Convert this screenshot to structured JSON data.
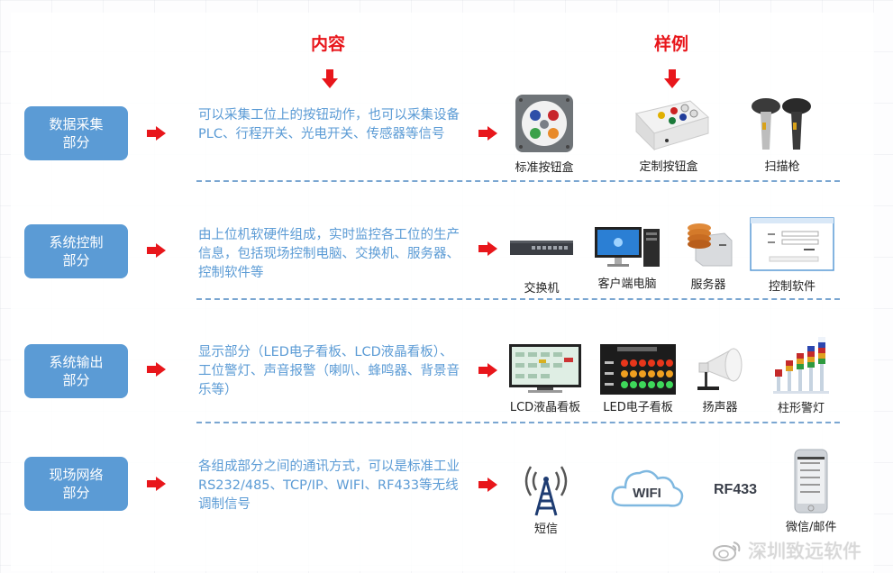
{
  "headers": {
    "content": "内容",
    "examples": "样例"
  },
  "colors": {
    "accent_red": "#e8161b",
    "box_blue": "#5b9bd5",
    "text_blue": "#5b9bd5",
    "dash_blue": "#7aa6d1"
  },
  "rows": [
    {
      "category": "数据采集部分",
      "category_lines": [
        "数据采集",
        "部分"
      ],
      "description": "可以采集工位上的按钮动作，也可以采集设备PLC、行程开关、光电开关、传感器等信号",
      "examples": [
        {
          "label": "标准按钮盒",
          "icon": "button-box-icon"
        },
        {
          "label": "定制按钮盒",
          "icon": "custom-button-box-icon"
        },
        {
          "label": "扫描枪",
          "icon": "barcode-scanner-icon"
        }
      ]
    },
    {
      "category": "系统控制部分",
      "category_lines": [
        "系统控制",
        "部分"
      ],
      "description": "由上位机软硬件组成，实时监控各工位的生产信息，包括现场控制电脑、交换机、服务器、控制软件等",
      "examples": [
        {
          "label": "交换机",
          "icon": "network-switch-icon"
        },
        {
          "label": "客户端电脑",
          "icon": "desktop-computer-icon"
        },
        {
          "label": "服务器",
          "icon": "server-icon"
        },
        {
          "label": "控制软件",
          "icon": "software-window-icon"
        }
      ]
    },
    {
      "category": "系统输出部分",
      "category_lines": [
        "系统输出",
        "部分"
      ],
      "description": "显示部分（LED电子看板、LCD液晶看板）、工位警灯、声音报警（喇叭、蜂鸣器、背景音乐等）",
      "examples": [
        {
          "label": "LCD液晶看板",
          "icon": "lcd-board-icon"
        },
        {
          "label": "LED电子看板",
          "icon": "led-board-icon"
        },
        {
          "label": "扬声器",
          "icon": "speaker-horn-icon"
        },
        {
          "label": "柱形警灯",
          "icon": "tower-light-icon"
        }
      ]
    },
    {
      "category": "现场网络部分",
      "category_lines": [
        "现场网络",
        "部分"
      ],
      "description": "各组成部分之间的通讯方式，可以是标准工业RS232/485、TCP/IP、WIFI、RF433等无线调制信号",
      "examples": [
        {
          "label": "短信",
          "icon": "signal-tower-icon"
        },
        {
          "label": "WIFI",
          "icon": "wifi-cloud-icon"
        },
        {
          "label": "RF433",
          "icon": "rf433-text"
        },
        {
          "label": "微信/邮件",
          "icon": "smartphone-icon"
        }
      ]
    }
  ],
  "watermark": "深圳致远软件"
}
